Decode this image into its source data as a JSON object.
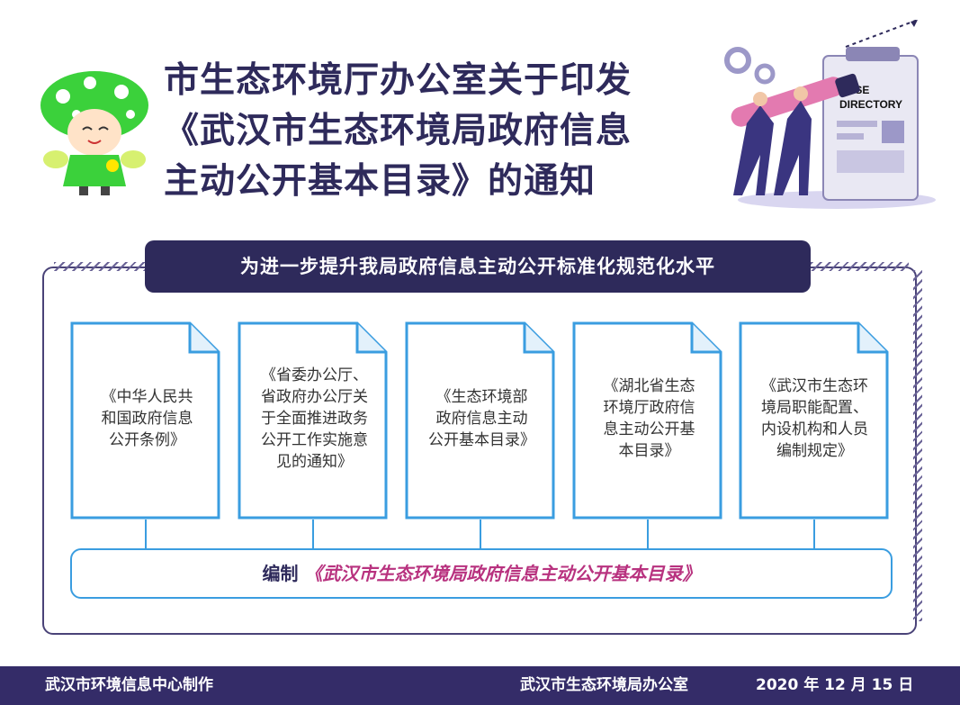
{
  "title": {
    "line1": "市生态环境厅办公室关于印发",
    "line2": "《武汉市生态环境局政府信息",
    "line3": "主动公开基本目录》的通知"
  },
  "illustration": {
    "label_line1": "BASE",
    "label_line2": "DIRECTORY"
  },
  "banner": "为进一步提升我局政府信息主动公开标准化规范化水平",
  "documents": [
    {
      "lines": [
        "《中华人民共",
        "和国政府信息",
        "公开条例》"
      ]
    },
    {
      "lines": [
        "《省委办公厅、",
        "省政府办公厅关",
        "于全面推进政务",
        "公开工作实施意",
        "见的通知》"
      ]
    },
    {
      "lines": [
        "《生态环境部",
        "政府信息主动",
        "公开基本目录》"
      ]
    },
    {
      "lines": [
        "《湖北省生态",
        "环境厅政府信",
        "息主动公开基",
        "本目录》"
      ]
    },
    {
      "lines": [
        "《武汉市生态环",
        "境局职能配置、",
        "内设机构和人员",
        "编制规定》"
      ]
    }
  ],
  "bottom": {
    "prefix": "编制",
    "title": "《武汉市生态环境局政府信息主动公开基本目录》"
  },
  "footer": {
    "producer": "武汉市环境信息中心制作",
    "office": "武汉市生态环境局办公室",
    "date": "2020 年 12 月 15 日"
  },
  "colors": {
    "navy": "#2e2a5b",
    "blue": "#3a9de0",
    "magenta": "#b8327f",
    "green": "#3bd13b"
  },
  "icons": [
    "mascot-icon",
    "directory-illustration-icon",
    "document-icon"
  ]
}
